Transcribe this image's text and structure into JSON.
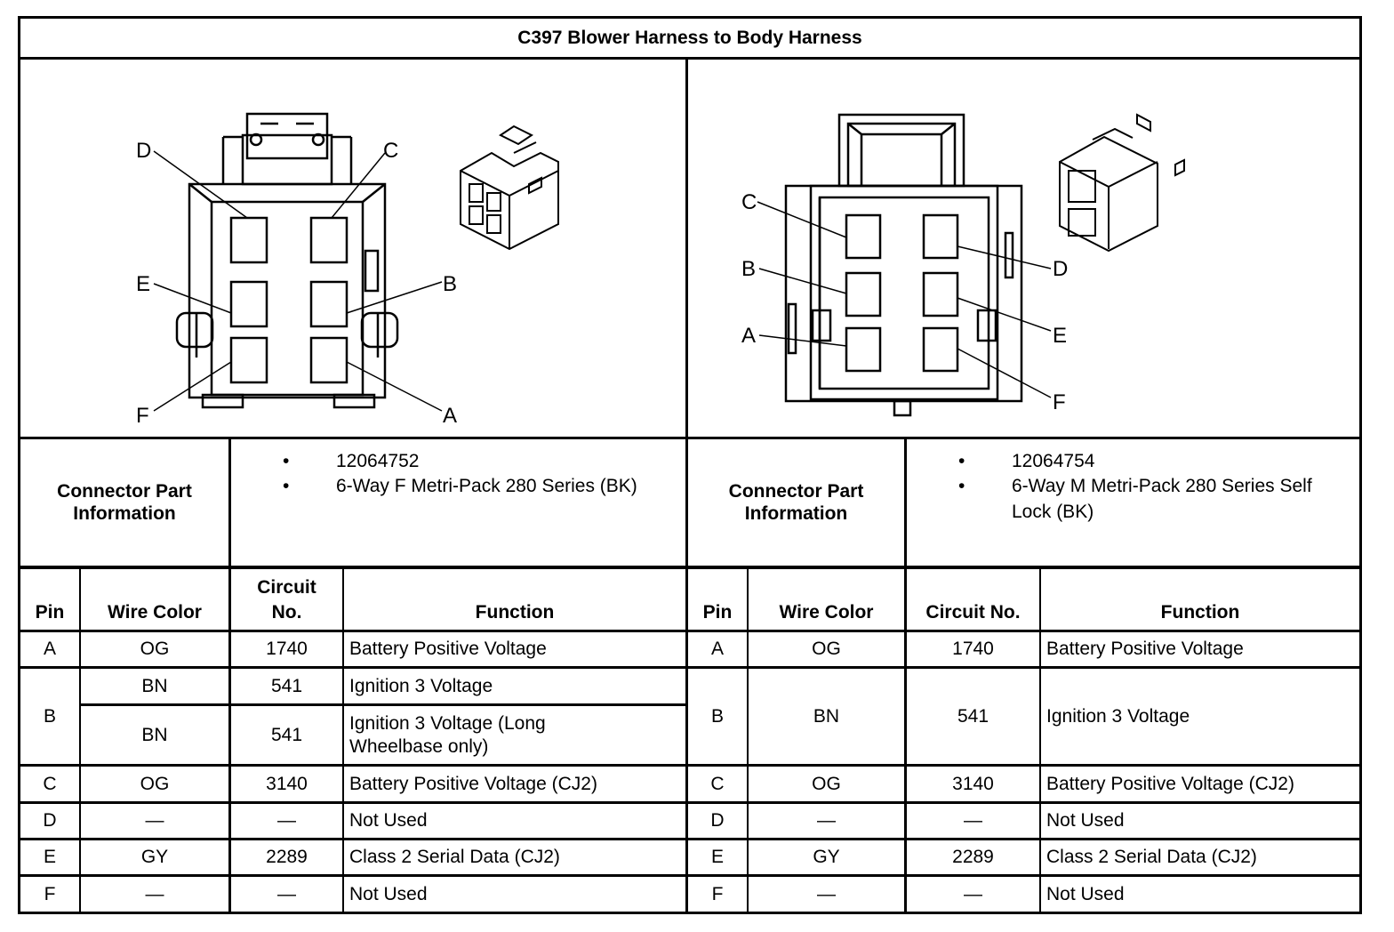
{
  "title": "C397 Blower Harness to Body Harness",
  "connectors": [
    {
      "side": "left",
      "info_label": "Connector Part Information",
      "part_info": [
        "12064752",
        "6-Way F Metri-Pack 280 Series (BK)"
      ],
      "pin_labels": [
        "A",
        "B",
        "C",
        "D",
        "E",
        "F"
      ],
      "headers": {
        "pin": "Pin",
        "wire_color": "Wire Color",
        "circuit": "Circuit No.",
        "function": "Function"
      },
      "rows": [
        {
          "pin": "A",
          "color": "OG",
          "circuit": "1740",
          "function": "Battery Positive Voltage"
        },
        {
          "pin": "B",
          "color": "BN",
          "circuit": "541",
          "function": "Ignition 3 Voltage"
        },
        {
          "pin": "",
          "color": "BN",
          "circuit": "541",
          "function": "Ignition 3 Voltage (Long Wheelbase only)"
        },
        {
          "pin": "C",
          "color": "OG",
          "circuit": "3140",
          "function": "Battery Positive Voltage (CJ2)"
        },
        {
          "pin": "D",
          "color": "—",
          "circuit": "—",
          "function": "Not Used"
        },
        {
          "pin": "E",
          "color": "GY",
          "circuit": "2289",
          "function": "Class 2 Serial Data (CJ2)"
        },
        {
          "pin": "F",
          "color": "—",
          "circuit": "—",
          "function": "Not Used"
        }
      ]
    },
    {
      "side": "right",
      "info_label": "Connector Part Information",
      "part_info": [
        "12064754",
        "6-Way M Metri-Pack 280 Series Self Lock (BK)"
      ],
      "pin_labels": [
        "A",
        "B",
        "C",
        "D",
        "E",
        "F"
      ],
      "headers": {
        "pin": "Pin",
        "wire_color": "Wire Color",
        "circuit": "Circuit No.",
        "function": "Function"
      },
      "rows": [
        {
          "pin": "A",
          "color": "OG",
          "circuit": "1740",
          "function": "Battery Positive Voltage"
        },
        {
          "pin": "B",
          "color": "BN",
          "circuit": "541",
          "function": "Ignition 3 Voltage"
        },
        {
          "pin": "C",
          "color": "OG",
          "circuit": "3140",
          "function": "Battery Positive Voltage (CJ2)"
        },
        {
          "pin": "D",
          "color": "—",
          "circuit": "—",
          "function": "Not Used"
        },
        {
          "pin": "E",
          "color": "GY",
          "circuit": "2289",
          "function": "Class 2 Serial Data (CJ2)"
        },
        {
          "pin": "F",
          "color": "—",
          "circuit": "—",
          "function": "Not Used"
        }
      ]
    }
  ]
}
